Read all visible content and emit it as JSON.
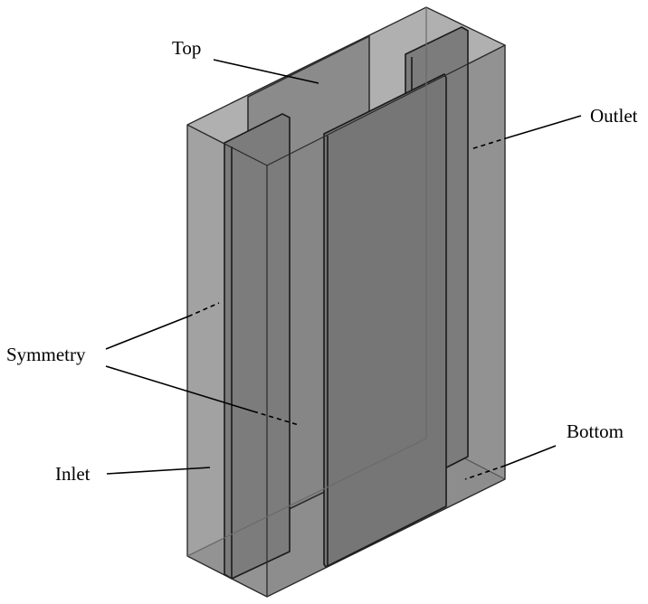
{
  "labels": {
    "top": "Top",
    "outlet": "Outlet",
    "symmetry": "Symmetry",
    "inlet": "Inlet",
    "bottom": "Bottom"
  },
  "colors": {
    "box_fill": "#9a9a9a",
    "box_dark": "#8c8c8c",
    "plate_fill": "#7a7a7a",
    "plate_edge": "#1a1a1a",
    "leader": "#000000"
  }
}
